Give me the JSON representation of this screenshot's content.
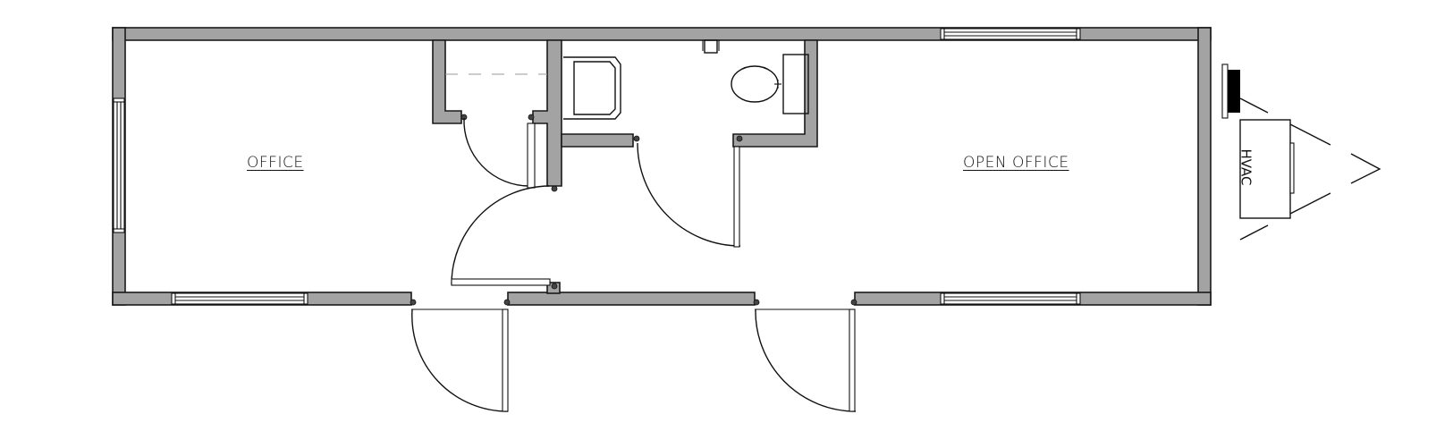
{
  "diagram": {
    "type": "floor-plan",
    "colors": {
      "wall_fill": "#a3a3a3",
      "line": "#111111",
      "background": "#ffffff",
      "hvac_block": "#000000"
    },
    "rooms": [
      {
        "id": "office",
        "label": "OFFICE"
      },
      {
        "id": "open-office",
        "label": "OPEN OFFICE"
      },
      {
        "id": "closet",
        "label": ""
      },
      {
        "id": "restroom",
        "label": ""
      }
    ],
    "equipment": [
      {
        "id": "hvac",
        "label": "HVAC"
      }
    ],
    "fixtures": [
      "sink",
      "toilet",
      "toilet-tank",
      "toilet-paper-holder",
      "closet-shelf"
    ],
    "doors": {
      "exterior": 2,
      "interior": 3,
      "bifold_closet": 1
    },
    "windows": 5
  }
}
